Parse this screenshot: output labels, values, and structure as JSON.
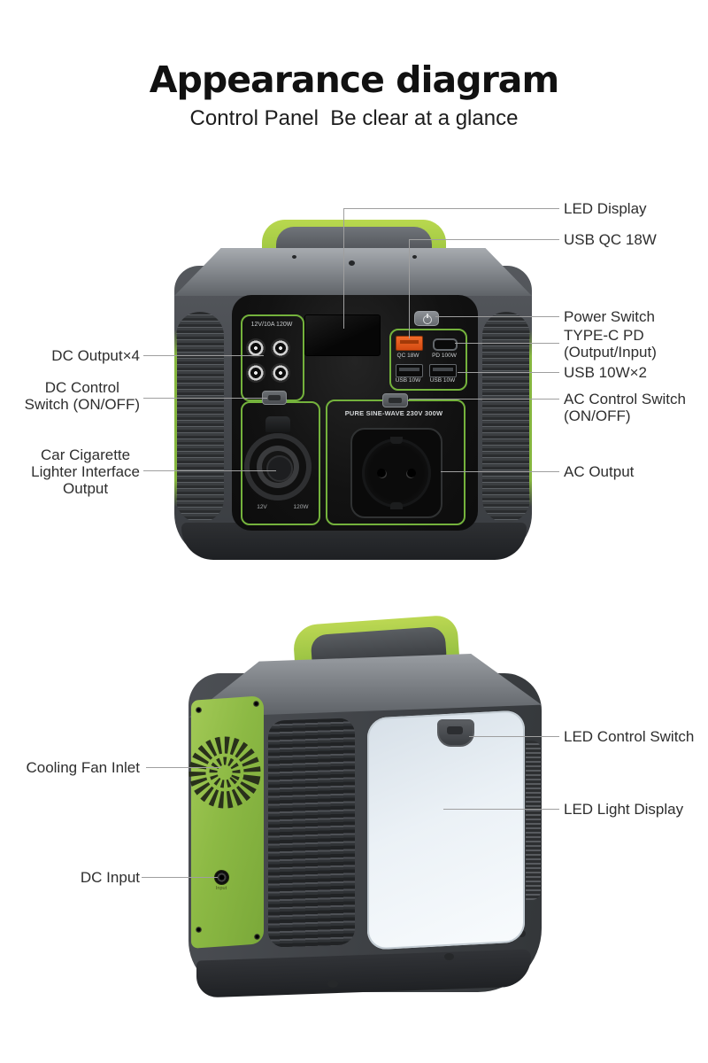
{
  "header": {
    "title": "Appearance diagram",
    "subtitle": "Control Panel  Be clear at a glance"
  },
  "colors": {
    "accent_green": "#8fbe3f",
    "section_border_green": "#74b23c",
    "qc_orange": "#e8561f",
    "body_gray": "#45484d",
    "panel_black": "#101010",
    "led_panel_white": "#edf3f7",
    "callout_line_gray": "#9f9f9f",
    "label_text": "#2e2e2e"
  },
  "icons": {
    "power": "power-icon",
    "fan": "fan-spiral-icon"
  },
  "front_view": {
    "panel": {
      "dc_section_label": "12V/10A 120W",
      "qc_port_label": "QC 18W",
      "pd_port_label": "PD 100W",
      "usb_port_label_1": "USB 10W",
      "usb_port_label_2": "USB 10W",
      "ac_banner": "PURE SINE-WAVE 230V 300W",
      "cig_volt_label": "12V",
      "cig_watt_label": "120W"
    },
    "callouts_left": [
      {
        "text": "DC Output×4"
      },
      {
        "text": "DC Control\nSwitch (ON/OFF)"
      },
      {
        "text": "Car Cigarette\nLighter Interface\nOutput"
      }
    ],
    "callouts_right": [
      {
        "text": "LED Display"
      },
      {
        "text": "USB QC 18W"
      },
      {
        "text": "Power Switch"
      },
      {
        "text": "TYPE-C PD\n(Output/Input)"
      },
      {
        "text": "USB 10W×2"
      },
      {
        "text": "AC Control Switch\n(ON/OFF)"
      },
      {
        "text": "AC Output"
      }
    ]
  },
  "side_view": {
    "dc_input_caption": "Input",
    "callouts_left": [
      {
        "text": "Cooling Fan Inlet"
      },
      {
        "text": "DC Input"
      }
    ],
    "callouts_right": [
      {
        "text": "LED Control Switch"
      },
      {
        "text": "LED Light Display"
      }
    ]
  }
}
